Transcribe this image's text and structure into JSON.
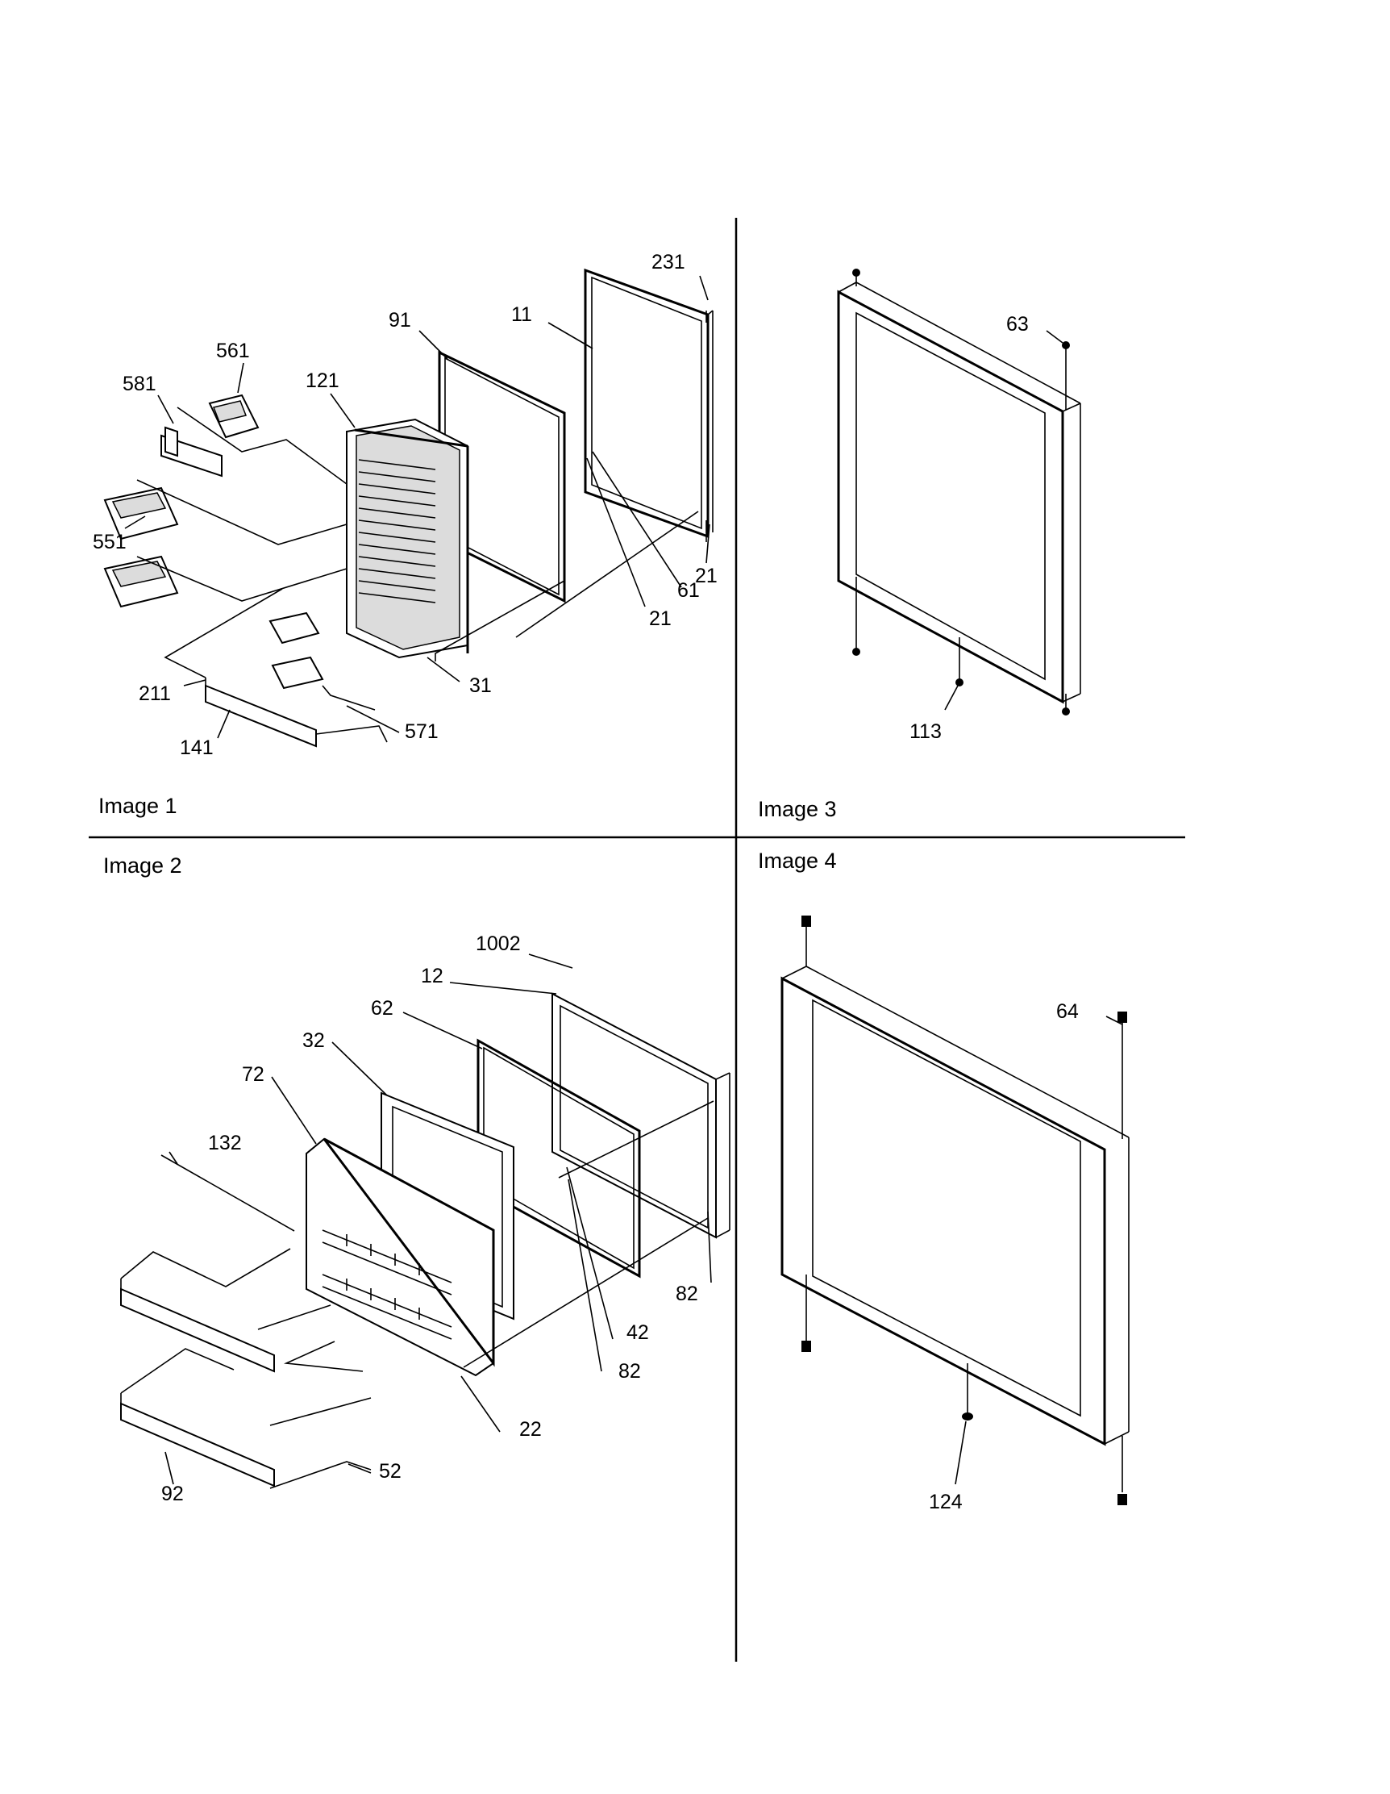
{
  "panels": [
    {
      "caption": "Image 1"
    },
    {
      "caption": "Image 2"
    },
    {
      "caption": "Image 3"
    },
    {
      "caption": "Image 4"
    }
  ],
  "callouts": {
    "p1": [
      "231",
      "11",
      "91",
      "561",
      "581",
      "121",
      "551",
      "211",
      "141",
      "31",
      "571",
      "61",
      "21",
      "21"
    ],
    "p2": [
      "1002",
      "12",
      "62",
      "32",
      "72",
      "132",
      "82",
      "42",
      "82",
      "22",
      "52",
      "92"
    ],
    "p3": [
      "63",
      "113"
    ],
    "p4": [
      "64",
      "124"
    ]
  }
}
